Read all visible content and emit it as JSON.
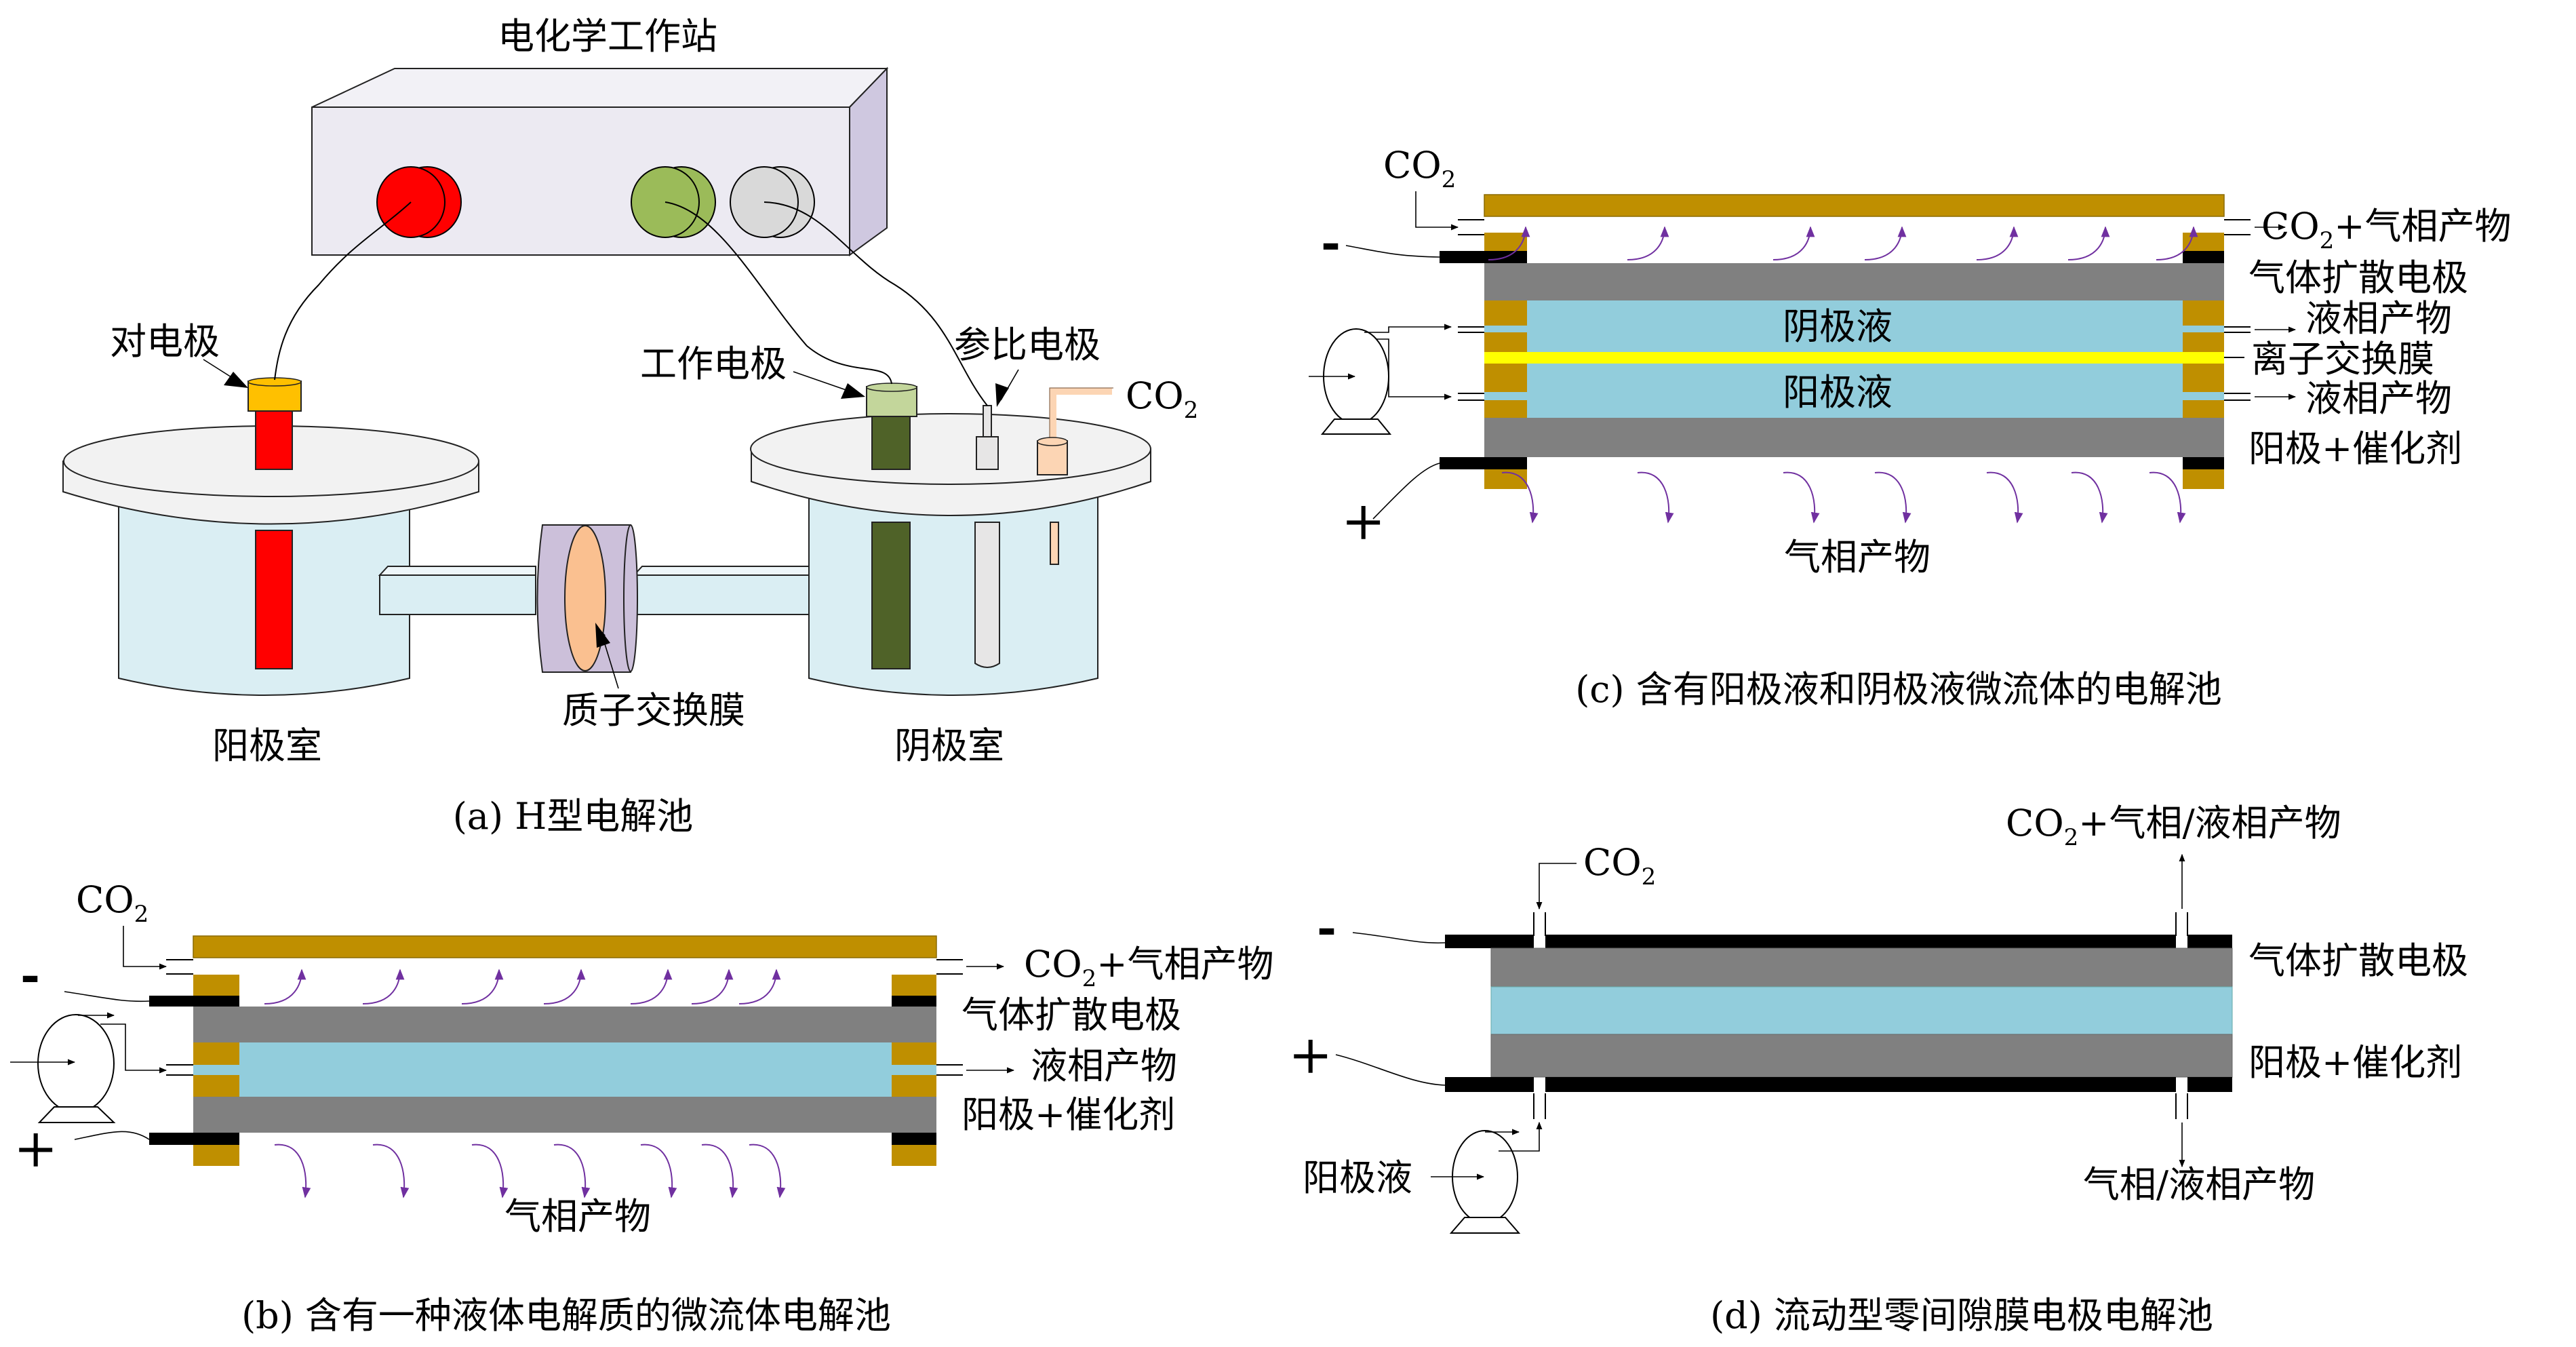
{
  "colors": {
    "gold": "#BF8F00",
    "gray_electrode": "#808080",
    "electrolyte": "#92CDDC",
    "membrane_yellow": "#FFFF00",
    "arrow_purple": "#7030A0",
    "box_front": "#ECEAF2",
    "box_side": "#CFC8E0",
    "beaker_liquid": "#DAEEF3",
    "lid": "#F2F2F2",
    "red_electrode": "#FF0000",
    "cap_yellow": "#FFC000",
    "green_electrode": "#4F6228",
    "green_cap": "#C3D69B",
    "knob_green": "#9BBB59",
    "knob_gray": "#D9D9D9",
    "membrane_holder": "#CCC0DA",
    "membrane_orange": "#FAC090",
    "co2_tube": "#FCD5B4"
  },
  "panel_a": {
    "workstation_label": "电化学工作站",
    "counter_electrode": "对电极",
    "working_electrode": "工作电极",
    "reference_electrode": "参比电极",
    "co2_main": "CO",
    "co2_sub": "2",
    "proton_membrane": "质子交换膜",
    "anode_chamber": "阳极室",
    "cathode_chamber": "阴极室",
    "caption": "(a) H型电解池"
  },
  "panel_b": {
    "co2_main": "CO",
    "co2_sub": "2",
    "minus": "-",
    "plus": "+",
    "outlet_gas_main": "CO",
    "outlet_gas_sub": "2",
    "outlet_gas_rest": "+气相产物",
    "gde": "气体扩散电极",
    "liquid_products": "液相产物",
    "anode_catalyst": "阳极+催化剂",
    "gas_products": "气相产物",
    "caption": "(b) 含有一种液体电解质的微流体电解池"
  },
  "panel_c": {
    "co2_main": "CO",
    "co2_sub": "2",
    "minus": "-",
    "plus": "+",
    "outlet_gas_main": "CO",
    "outlet_gas_sub": "2",
    "outlet_gas_rest": "+气相产物",
    "gde": "气体扩散电极",
    "liquid_products_top": "液相产物",
    "ion_membrane": "离子交换膜",
    "liquid_products_bottom": "液相产物",
    "anode_catalyst": "阳极+催化剂",
    "catholyte": "阴极液",
    "anolyte": "阳极液",
    "gas_products": "气相产物",
    "caption": "(c) 含有阳极液和阴极液微流体的电解池"
  },
  "panel_d": {
    "co2_main": "CO",
    "co2_sub": "2",
    "minus": "-",
    "plus": "+",
    "outlet_top_main": "CO",
    "outlet_top_sub": "2",
    "outlet_top_rest": "+气相/液相产物",
    "gde": "气体扩散电极",
    "anode_catalyst": "阳极+催化剂",
    "anolyte": "阳极液",
    "outlet_bottom": "气相/液相产物",
    "caption": "(d) 流动型零间隙膜电极电解池"
  }
}
